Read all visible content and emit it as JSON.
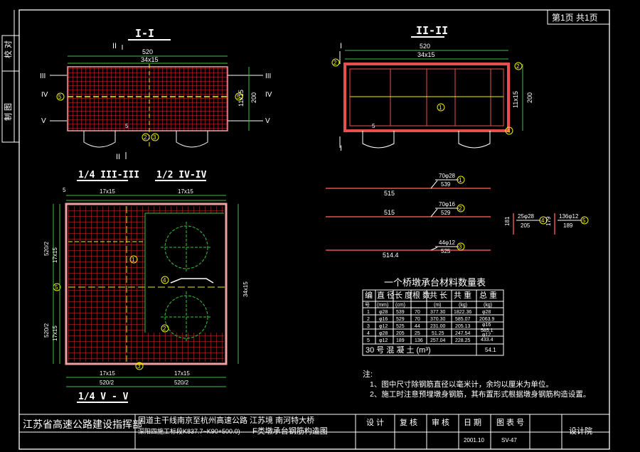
{
  "sheet": {
    "page": "第1页 共1页",
    "side_check": "校 对",
    "side_draw": "制 图"
  },
  "section_i": {
    "title": "I-I",
    "cut": "II",
    "dim_total": "520",
    "dim_grid": "34x15",
    "side_dim1": "200",
    "side_dim2": "11x15",
    "small": "5",
    "marks_left": [
      "III",
      "IV",
      "V"
    ],
    "marks_right": [
      "III",
      "IV",
      "V"
    ],
    "rebar_tags": [
      "5",
      "5",
      "2",
      "3"
    ]
  },
  "section_ii": {
    "title": "II-II",
    "cut": "I",
    "dim_total": "520",
    "dim_grid": "34x15",
    "side_dim1": "200",
    "side_dim2": "11x15",
    "small": "5",
    "rebar_tags": [
      "2",
      "2",
      "1",
      "4"
    ]
  },
  "plan": {
    "title_left": "1/4 III-III",
    "title_right": "1/2 IV-IV",
    "title_bottom": "1/4 V - V",
    "top_dims": [
      "17x15",
      "17x15"
    ],
    "bottom_dims": [
      "17x15",
      "17x15"
    ],
    "bottom_total": [
      "520/2",
      "520/2"
    ],
    "left_dims": [
      "520/2",
      "17x15",
      "520/2",
      "17x15"
    ],
    "right_dim": "34x15",
    "small": "5",
    "rebar_tags": [
      "1",
      "4",
      "2",
      "5",
      "3"
    ]
  },
  "rebar_shapes": [
    {
      "len": "515",
      "count": "70φ28",
      "total": "539",
      "tag": "1"
    },
    {
      "len": "515",
      "count": "70φ16",
      "total": "529",
      "tag": "2"
    },
    {
      "len": "514.4",
      "count": "44φ12",
      "total": "525",
      "tag": "3"
    }
  ],
  "stirrups": [
    {
      "side": "181",
      "top": "25φ28",
      "bottom": "205",
      "tag": "4"
    },
    {
      "side": "179",
      "top": "136φ12",
      "bottom": "189",
      "tag": "5"
    }
  ],
  "table": {
    "title": "一个桥墩承台材料数量表",
    "header_top": [
      "编",
      "直 径",
      "长 度",
      "根 数",
      "共 长",
      "共 重",
      "总 重"
    ],
    "header_units": [
      "号",
      "(mm)",
      "(cm)",
      "",
      "(m)",
      "(kg)",
      "(kg)"
    ],
    "rows": [
      [
        "1",
        "φ28",
        "539",
        "70",
        "377.30",
        "1822.36",
        "φ28"
      ],
      [
        "2",
        "φ16",
        "529",
        "70",
        "370.30",
        "585.07",
        "2063.9"
      ],
      [
        "3",
        "φ12",
        "525",
        "44",
        "231.00",
        "205.13",
        "φ16"
      ],
      [
        "4",
        "φ28",
        "205",
        "25",
        "51.25",
        "247.54",
        "585.1"
      ],
      [
        "5",
        "φ12",
        "189",
        "136",
        "257.04",
        "228.25",
        "433.4"
      ]
    ],
    "extra_col": [
      "",
      "",
      "φ12",
      "",
      ""
    ],
    "concrete_label": "30 号 混 凝 土 (m³)",
    "concrete_value": "54.1"
  },
  "notes": {
    "head": "注:",
    "line1": "1、图中尺寸除钢筋直径以毫米计，余均以厘米为单位。",
    "line2": "2、施工时注意预埋墩身钢筋，其布置形式根据墩身钢筋构造设置。"
  },
  "titleblock": {
    "org": "江苏省高速公路建设指挥部",
    "project1": "国道主干线南京至杭州高速公路 江苏境 南河特大桥",
    "project2": "深阳四施工标段K837.7~K90+500.0)",
    "drawing": "F类墩承台钢筋构造图",
    "design": "设 计",
    "review": "复 核",
    "audit": "审 核",
    "date_label": "日 期",
    "date": "2001.10",
    "sheet_label": "图 表 号",
    "sheet_no": "SV-47",
    "company": "设计院"
  },
  "colors": {
    "bg": "#000000",
    "frame": "#ffffff",
    "mesh": "#e03030",
    "green": "#3ec43e",
    "yellow": "#f0f000",
    "cyan": "#4fd8ff",
    "text": "#ffffff"
  }
}
